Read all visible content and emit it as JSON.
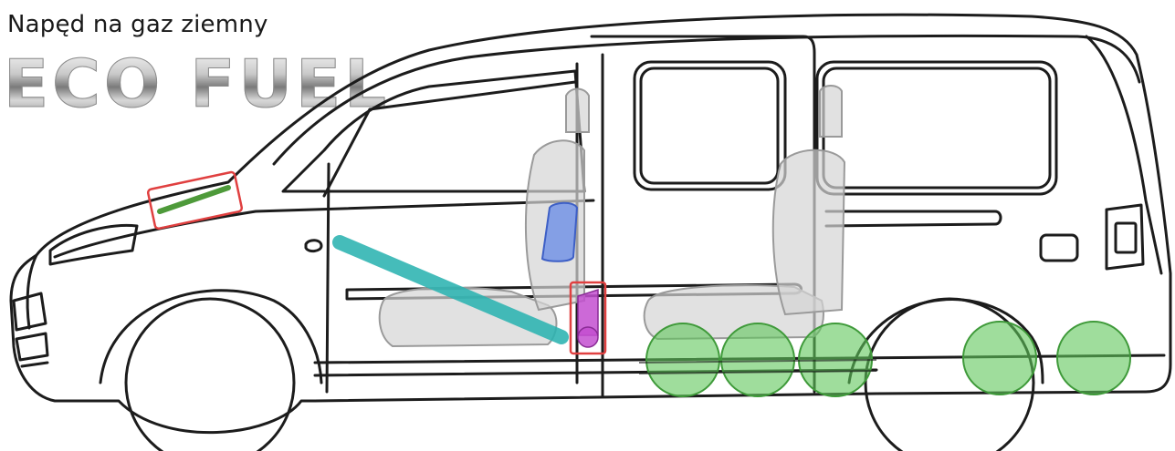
{
  "header": {
    "subtitle": "Napęd na gaz ziemny",
    "logo_text": "ECO FUEL"
  },
  "components": [
    {
      "id": "hood-component",
      "color": "#4e9a3a",
      "frame": "#e04040"
    },
    {
      "id": "fuel-line",
      "color": "#2bb3b0"
    },
    {
      "id": "dashboard-unit",
      "color": "#3d6fd6"
    },
    {
      "id": "fuel-filler",
      "color": "#c34fd0",
      "frame": "#e04040"
    },
    {
      "id": "gas-tanks",
      "count": 5,
      "color": "#5fc75a"
    }
  ]
}
